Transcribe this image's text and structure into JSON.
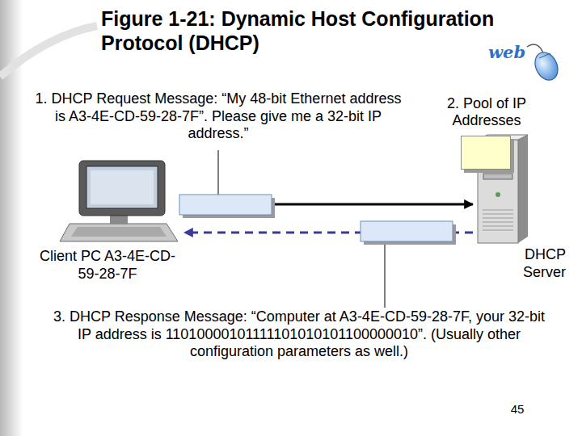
{
  "diagram": {
    "title": "Figure 1-21: Dynamic Host Configuration Protocol (DHCP)",
    "nodes": [
      {
        "text": [
          "Client PC A3-4E-CD-59-28-7F"
        ]
      },
      {
        "text": [
          "2. Pool of IP Addresses"
        ]
      },
      {
        "text": [
          "DHCP Server"
        ]
      }
    ],
    "edges": [
      {
        "from": 0,
        "to": 2,
        "arrow": "to"
      },
      {
        "from": 2,
        "to": 0,
        "arrow": "to"
      }
    ],
    "labels": [
      "1. DHCP Request Message: “My 48-bit Ethernet address is A3-4E-CD-59-28-7F”. Please give me a 32-bit IP address.”",
      "3. DHCP Response Message: “Computer at A3-4E-CD-59-28-7F, your 32-bit IP address is 11010000101111101010101100000010”. (Usually other configuration parameters as well.)",
      "45",
      "web"
    ]
  }
}
